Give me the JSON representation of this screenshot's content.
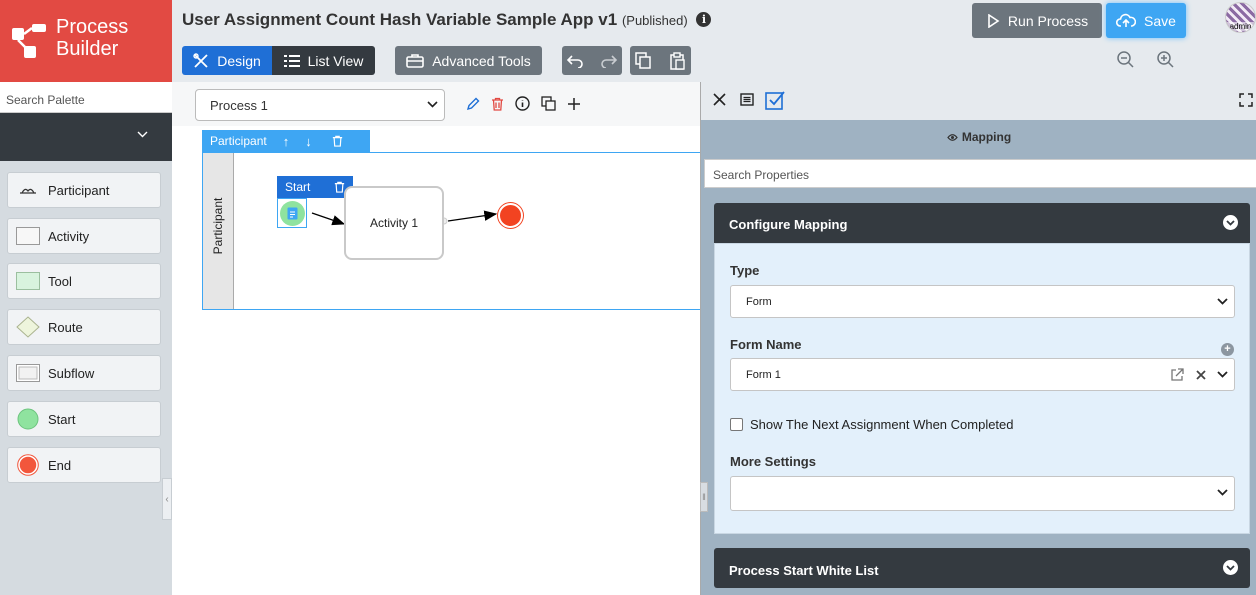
{
  "logo": {
    "line1": "Process",
    "line2": "Builder"
  },
  "header": {
    "app_title": "User Assignment Count Hash Variable Sample App v1",
    "app_status": "(Published)",
    "info_glyph": "i",
    "design_label": "Design",
    "list_view_label": "List View",
    "advanced_tools_label": "Advanced Tools",
    "run_process_label": "Run Process",
    "save_label": "Save",
    "avatar_text": "admin"
  },
  "palette": {
    "search_placeholder": "Search Palette",
    "items": [
      {
        "label": "Participant",
        "icon": "participant-icon"
      },
      {
        "label": "Activity",
        "icon": "activity-icon"
      },
      {
        "label": "Tool",
        "icon": "tool-icon"
      },
      {
        "label": "Route",
        "icon": "route-icon"
      },
      {
        "label": "Subflow",
        "icon": "subflow-icon"
      },
      {
        "label": "Start",
        "icon": "start-icon"
      },
      {
        "label": "End",
        "icon": "end-icon"
      }
    ]
  },
  "canvas": {
    "process_select": "Process 1",
    "participant_header": "Participant",
    "lane_label": "Participant",
    "start_label": "Start",
    "activity_label": "Activity 1"
  },
  "panel": {
    "mapping_title": "Mapping",
    "search_placeholder": "Search Properties",
    "configure_mapping": "Configure Mapping",
    "type_label": "Type",
    "type_value": "Form",
    "form_name_label": "Form Name",
    "form_name_value": "Form 1",
    "show_next_label": "Show The Next Assignment When Completed",
    "more_settings_label": "More Settings",
    "more_settings_value": "",
    "process_start_white_list": "Process Start White List"
  },
  "colors": {
    "logo_red": "#e24a43",
    "primary_blue": "#1f6fd6",
    "save_blue": "#3ea6f3",
    "dark_header": "#343a40",
    "start_green": "#8fe39f",
    "end_red": "#f24321"
  }
}
